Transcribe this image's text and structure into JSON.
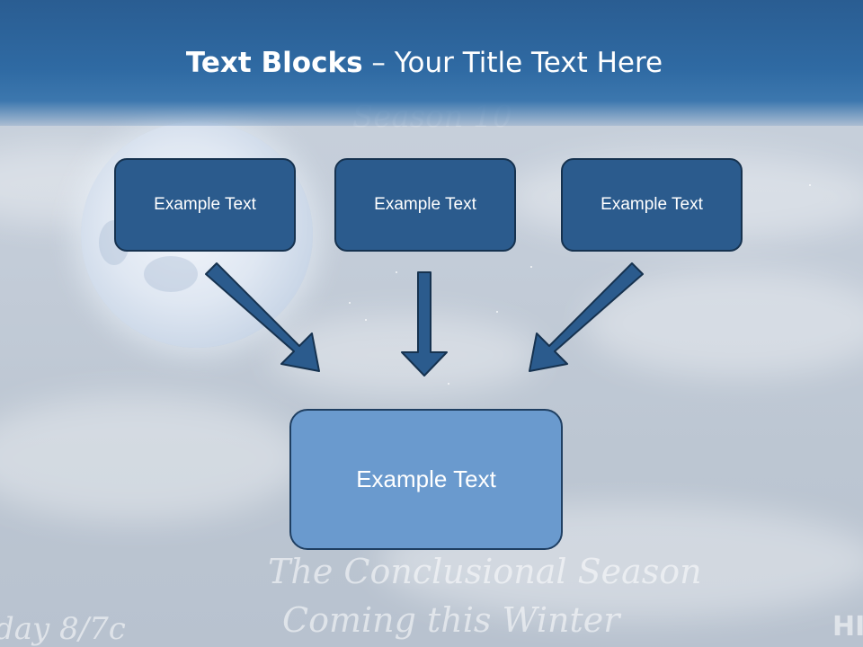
{
  "slide": {
    "title_bold": "Text Blocks",
    "title_rest": " – Your Title Text Here"
  },
  "diagram": {
    "top_boxes": [
      "Example Text",
      "Example Text",
      "Example Text"
    ],
    "bottom_box": "Example Text"
  },
  "background_text": {
    "season": "Season 10",
    "line1": "The Conclusional Season",
    "line2": "Coming this Winter",
    "time": "day 8/7c",
    "network": "HI"
  },
  "colors": {
    "header": "#2f6aa3",
    "top_box_fill": "#2b5b8d",
    "bottom_box_fill": "#6a9ace",
    "arrow_fill": "#2b5b8d",
    "arrow_stroke": "#16324f"
  }
}
